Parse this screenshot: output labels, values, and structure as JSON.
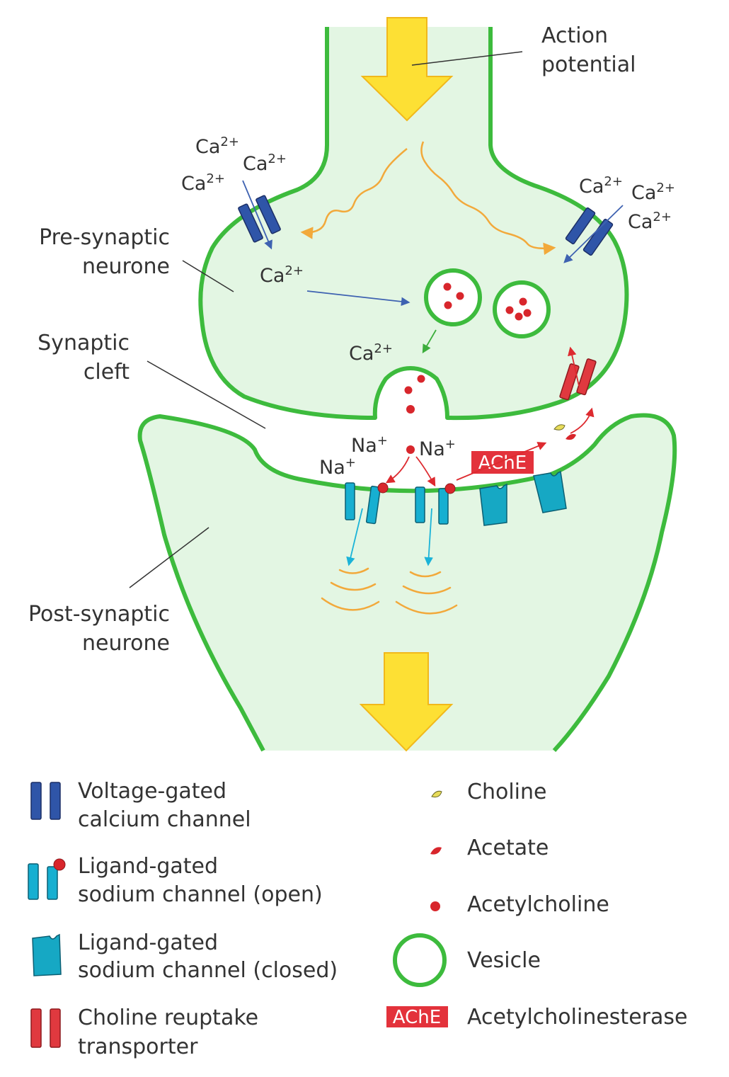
{
  "labels": {
    "action_potential": [
      "Action",
      "potential"
    ],
    "pre_synaptic": [
      "Pre-synaptic",
      "neurone"
    ],
    "synaptic_cleft": [
      "Synaptic",
      "cleft"
    ],
    "post_synaptic": [
      "Post-synaptic",
      "neurone"
    ]
  },
  "ions": {
    "ca_base": "Ca",
    "ca_charge": "2+",
    "na_base": "Na",
    "na_charge": "+"
  },
  "enzyme_tag": "AChE",
  "legend": {
    "voltage_gated": [
      "Voltage-gated",
      "calcium channel"
    ],
    "ligand_open": [
      "Ligand-gated",
      "sodium channel (open)"
    ],
    "ligand_closed": [
      "Ligand-gated",
      "sodium channel (closed)"
    ],
    "choline_transporter": [
      "Choline reuptake",
      "transporter"
    ],
    "choline": "Choline",
    "acetate": "Acetate",
    "acetylcholine": "Acetylcholine",
    "vesicle": "Vesicle",
    "ache_tag": "AChE",
    "ache": "Acetylcholinesterase"
  },
  "colors": {
    "cell_fill": "#e3f6e3",
    "membrane": "#3dbb3d",
    "arrow_yellow": "#fde034",
    "arrow_outline": "#f1b81b",
    "ca_channel": "#2f55a8",
    "na_channel": "#17afd1",
    "transporter": "#e0393f",
    "molecule": "#d8262c",
    "ache_bg": "#e3323b",
    "wave": "#f2a93b",
    "ca_arrow": "#3e62b1",
    "na_arrow": "#1ab3d8",
    "red_arrow": "#dd2a2f",
    "green_arrow": "#3cae3c",
    "text": "#333333"
  }
}
